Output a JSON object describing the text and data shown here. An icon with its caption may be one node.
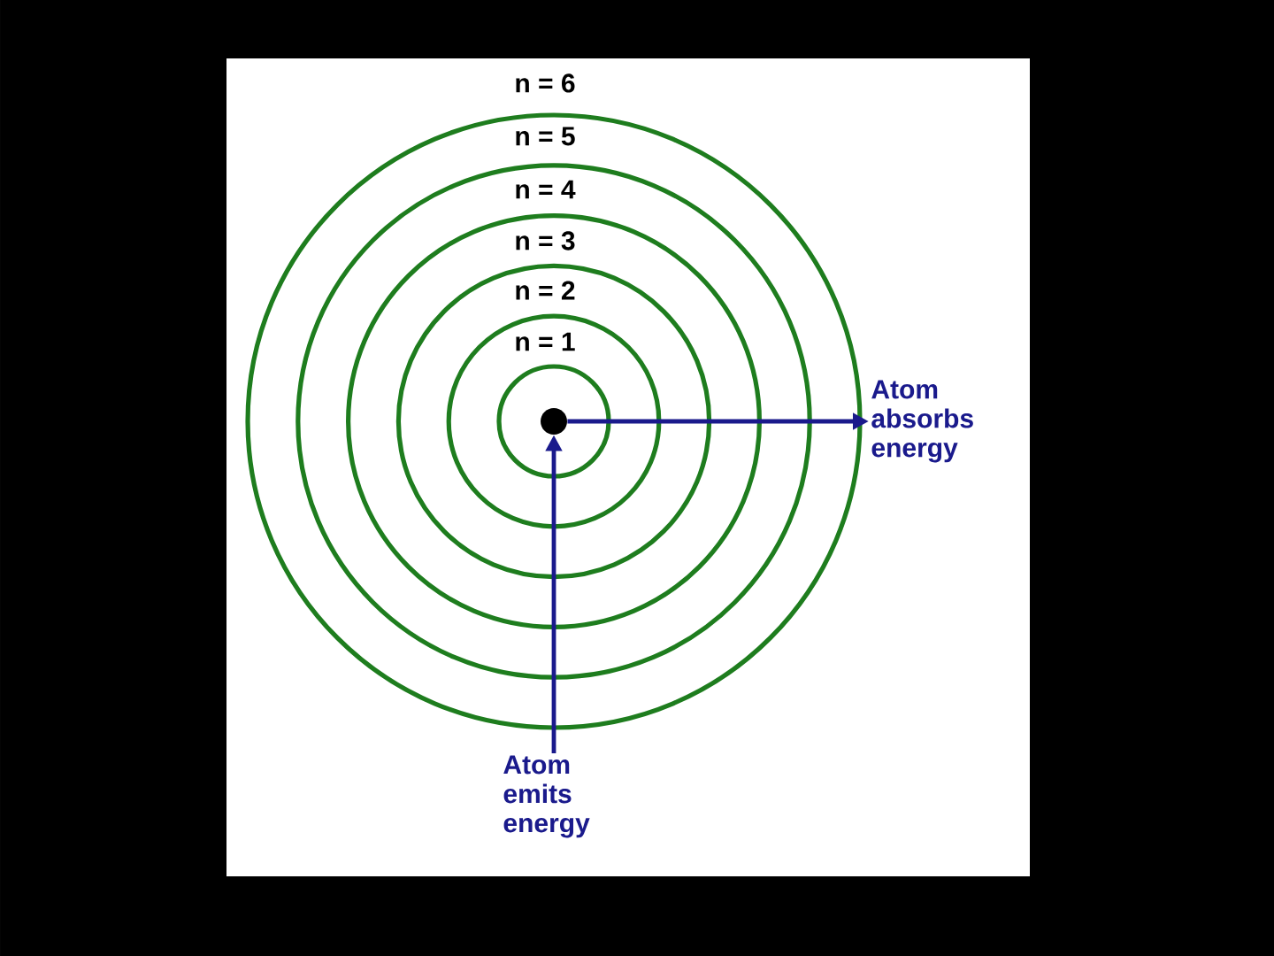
{
  "diagram": {
    "nodes": [
      {
        "text": [],
        "shape": "circle"
      },
      {
        "text": [
          "Atom absorbs energy"
        ]
      },
      {
        "text": [
          "Atom emits energy"
        ]
      }
    ],
    "edges": [
      {
        "from": 0,
        "to": 1,
        "arrow": "to"
      },
      {
        "from": 2,
        "to": 0,
        "arrow": "to"
      }
    ],
    "labels": [
      "n = 6",
      "n = 5",
      "n = 4",
      "n = 3",
      "n = 2",
      "n = 1"
    ]
  }
}
